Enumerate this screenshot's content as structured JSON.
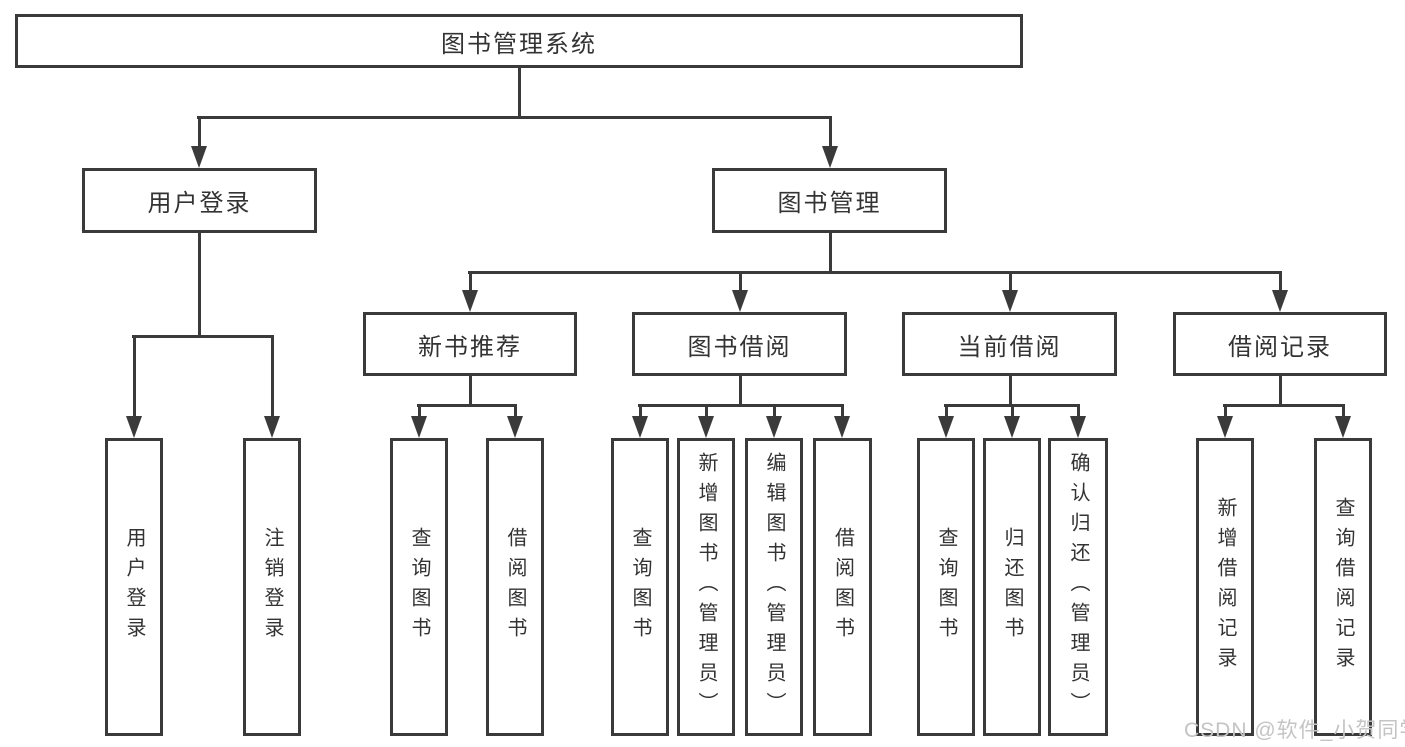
{
  "tree": {
    "root": "图书管理系统",
    "branches": [
      {
        "label": "用户登录",
        "children": [
          "用户登录",
          "注销登录"
        ]
      },
      {
        "label": "图书管理",
        "groups": [
          {
            "label": "新书推荐",
            "children": [
              "查询图书",
              "借阅图书"
            ]
          },
          {
            "label": "图书借阅",
            "children": [
              "查询图书",
              "新增图书（管理员）",
              "编辑图书（管理员）",
              "借阅图书"
            ]
          },
          {
            "label": "当前借阅",
            "children": [
              "查询图书",
              "归还图书",
              "确认归还（管理员）"
            ]
          },
          {
            "label": "借阅记录",
            "children": [
              "新增借阅记录",
              "查询借阅记录"
            ]
          }
        ]
      }
    ]
  },
  "watermark": "CSDN @软件_小贺同学",
  "colors": {
    "line": "#3a3a3a",
    "text": "#333333",
    "background": "#ffffff",
    "watermark": "#c4c4c4"
  }
}
